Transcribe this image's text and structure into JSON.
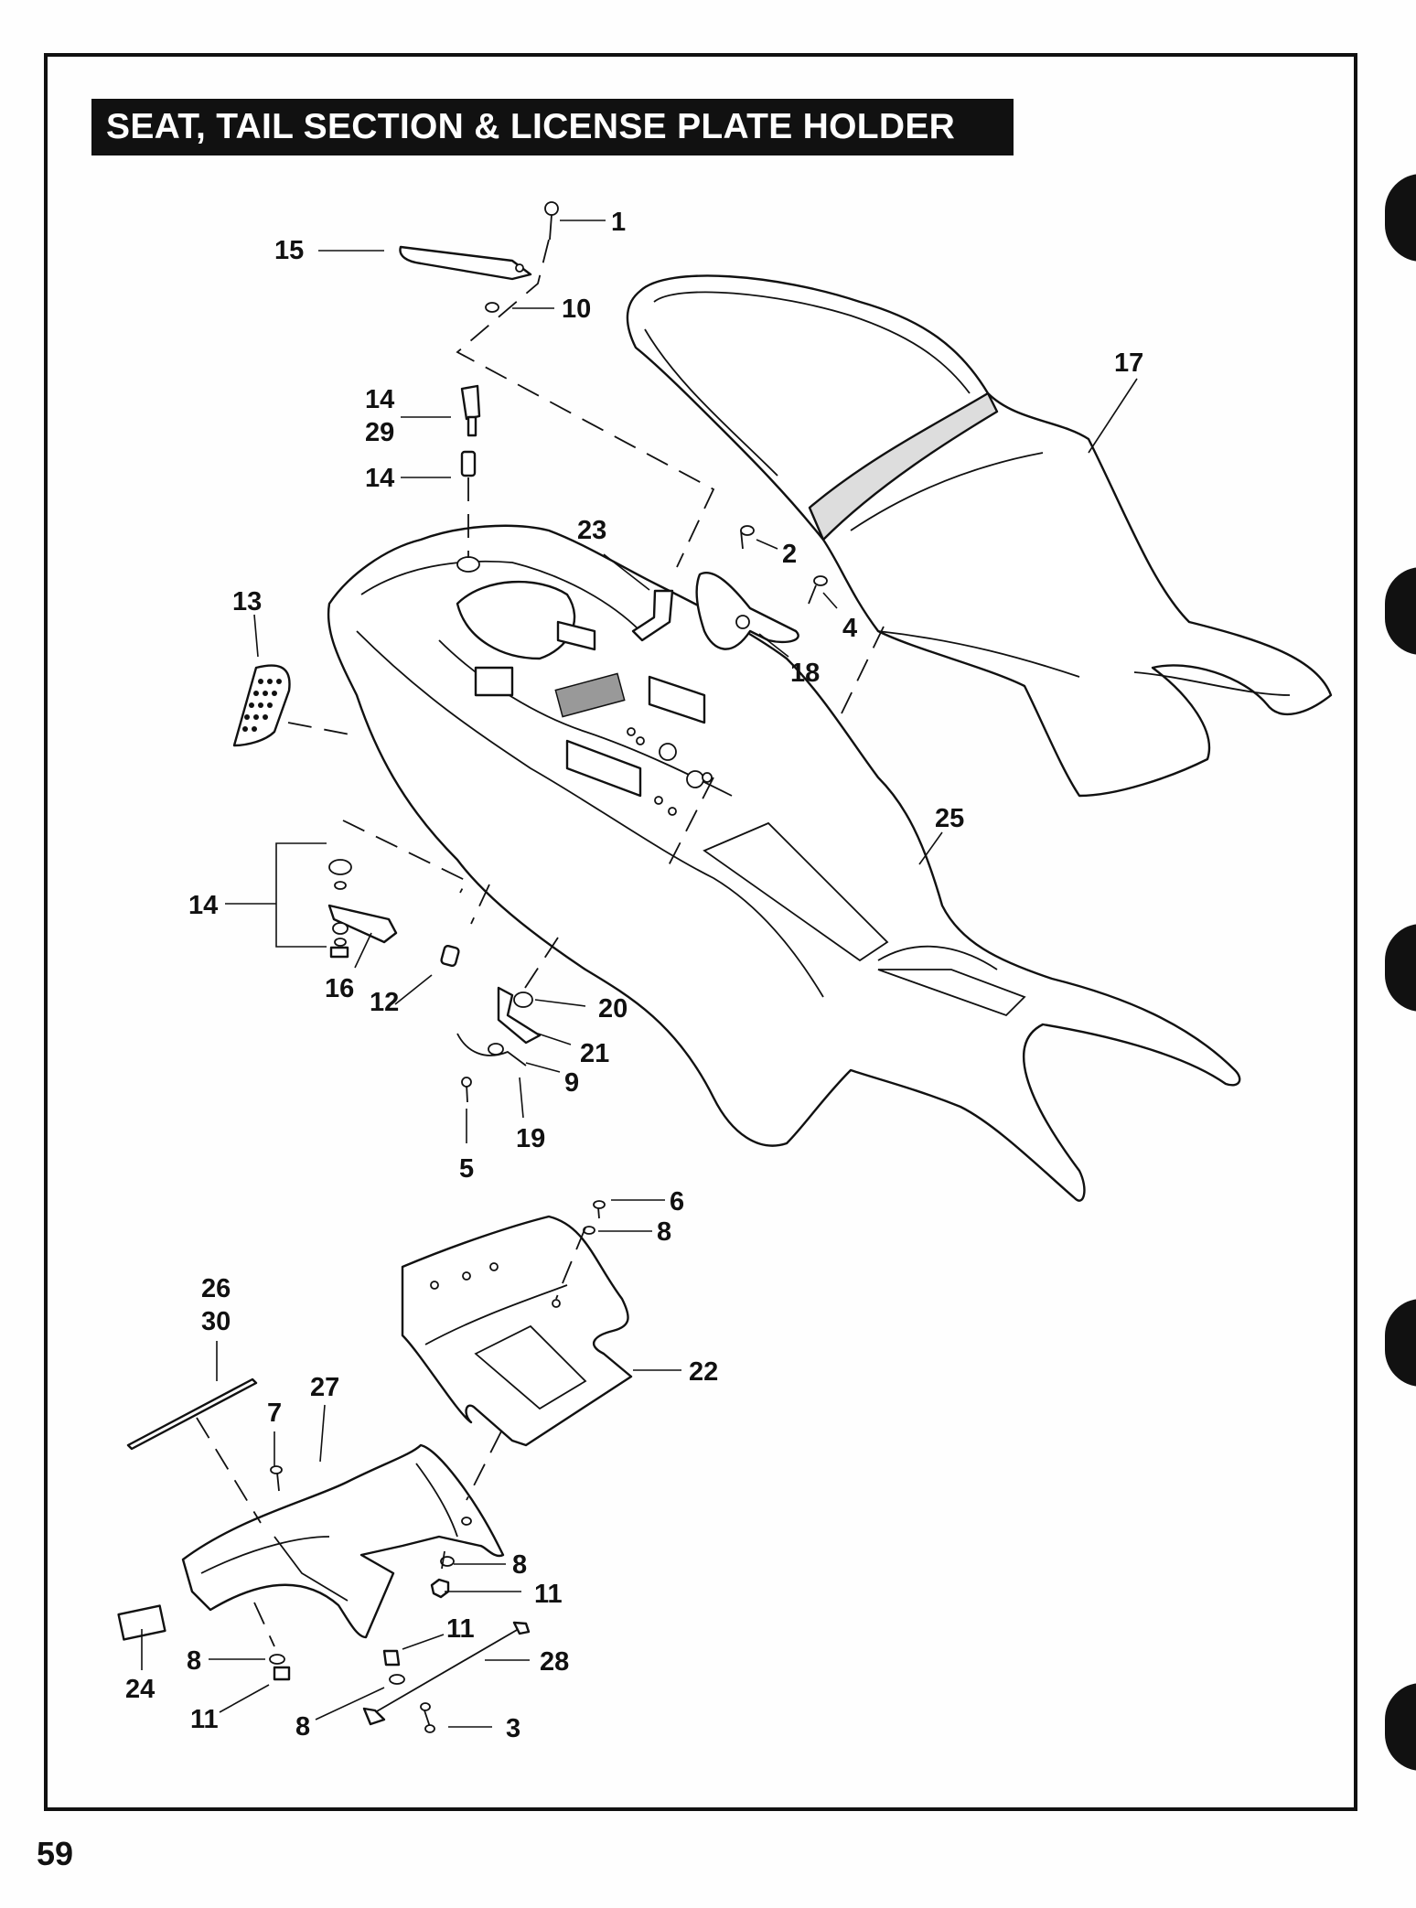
{
  "title": "SEAT, TAIL SECTION & LICENSE PLATE HOLDER",
  "page_number": "59",
  "callouts": [
    "1",
    "15",
    "10",
    "17",
    "14",
    "29",
    "14",
    "23",
    "2",
    "4",
    "13",
    "18",
    "25",
    "14",
    "16",
    "12",
    "20",
    "21",
    "9",
    "19",
    "5",
    "6",
    "8",
    "22",
    "26",
    "30",
    "27",
    "7",
    "8",
    "11",
    "24",
    "8",
    "11",
    "11",
    "28",
    "8",
    "3"
  ]
}
